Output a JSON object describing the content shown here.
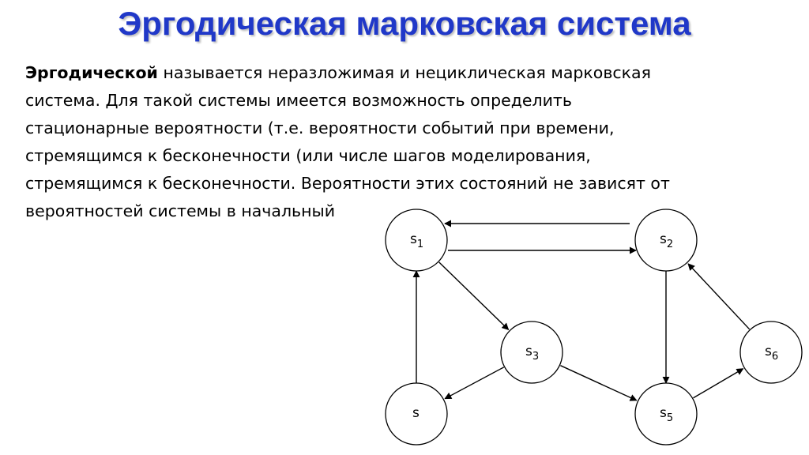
{
  "title": "Эргодическая марковская система",
  "paragraph": {
    "term": "Эргодической",
    "lines": [
      " называется неразложимая и нециклическая марковская",
      "система. Для такой системы имеется возможность определить",
      "стационарные вероятности (т.е. вероятности событий при времени,",
      "стремящимся к бесконечности (или числе шагов моделирования,",
      "стремящимся к бесконечности. Вероятности этих состояний не зависят от",
      "вероятностей системы в начальный"
    ]
  },
  "diagram": {
    "nodes": [
      {
        "id": "s1",
        "base": "s",
        "sub": "1"
      },
      {
        "id": "s2",
        "base": "s",
        "sub": "2"
      },
      {
        "id": "s3",
        "base": "s",
        "sub": "3"
      },
      {
        "id": "s4",
        "base": "s",
        "sub": ""
      },
      {
        "id": "s5",
        "base": "s",
        "sub": "5"
      },
      {
        "id": "s6",
        "base": "s",
        "sub": "6"
      }
    ],
    "edges": [
      {
        "from": "s2",
        "to": "s1"
      },
      {
        "from": "s1",
        "to": "s2"
      },
      {
        "from": "s1",
        "to": "s3"
      },
      {
        "from": "s3",
        "to": "s4"
      },
      {
        "from": "s4",
        "to": "s1"
      },
      {
        "from": "s3",
        "to": "s5"
      },
      {
        "from": "s2",
        "to": "s5"
      },
      {
        "from": "s5",
        "to": "s6"
      },
      {
        "from": "s6",
        "to": "s2"
      }
    ]
  }
}
